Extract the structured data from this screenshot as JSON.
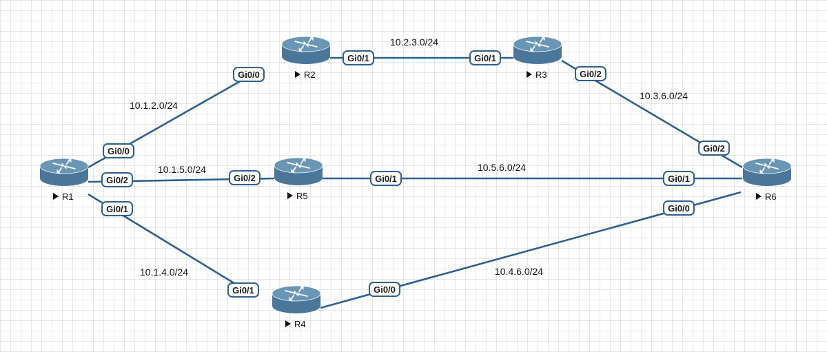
{
  "routers": [
    {
      "id": "R1",
      "label": "R1"
    },
    {
      "id": "R2",
      "label": "R2"
    },
    {
      "id": "R3",
      "label": "R3"
    },
    {
      "id": "R4",
      "label": "R4"
    },
    {
      "id": "R5",
      "label": "R5"
    },
    {
      "id": "R6",
      "label": "R6"
    }
  ],
  "links": [
    {
      "id": "r1-r2",
      "subnet": "10.1.2.0/24",
      "a": {
        "router": "R1",
        "port": "Gi0/0"
      },
      "b": {
        "router": "R2",
        "port": "Gi0/0"
      }
    },
    {
      "id": "r2-r3",
      "subnet": "10.2.3.0/24",
      "a": {
        "router": "R2",
        "port": "Gi0/1"
      },
      "b": {
        "router": "R3",
        "port": "Gi0/1"
      }
    },
    {
      "id": "r3-r6",
      "subnet": "10.3.6.0/24",
      "a": {
        "router": "R3",
        "port": "Gi0/2"
      },
      "b": {
        "router": "R6",
        "port": "Gi0/2"
      }
    },
    {
      "id": "r1-r5",
      "subnet": "10.1.5.0/24",
      "a": {
        "router": "R1",
        "port": "Gi0/2"
      },
      "b": {
        "router": "R5",
        "port": "Gi0/2"
      }
    },
    {
      "id": "r5-r6",
      "subnet": "10.5.6.0/24",
      "a": {
        "router": "R5",
        "port": "Gi0/1"
      },
      "b": {
        "router": "R6",
        "port": "Gi0/1"
      }
    },
    {
      "id": "r1-r4",
      "subnet": "10.1.4.0/24",
      "a": {
        "router": "R1",
        "port": "Gi0/1"
      },
      "b": {
        "router": "R4",
        "port": "Gi0/1"
      }
    },
    {
      "id": "r4-r6",
      "subnet": "10.4.6.0/24",
      "a": {
        "router": "R4",
        "port": "Gi0/0"
      },
      "b": {
        "router": "R6",
        "port": "Gi0/0"
      }
    }
  ],
  "colors": {
    "link": "#2d5f8f",
    "router_body": "#4a7799",
    "router_top": "#6a96b6",
    "grid": "#e6e6e6"
  },
  "icons": {
    "router": "router-icon",
    "label_marker": "play-triangle-icon"
  }
}
